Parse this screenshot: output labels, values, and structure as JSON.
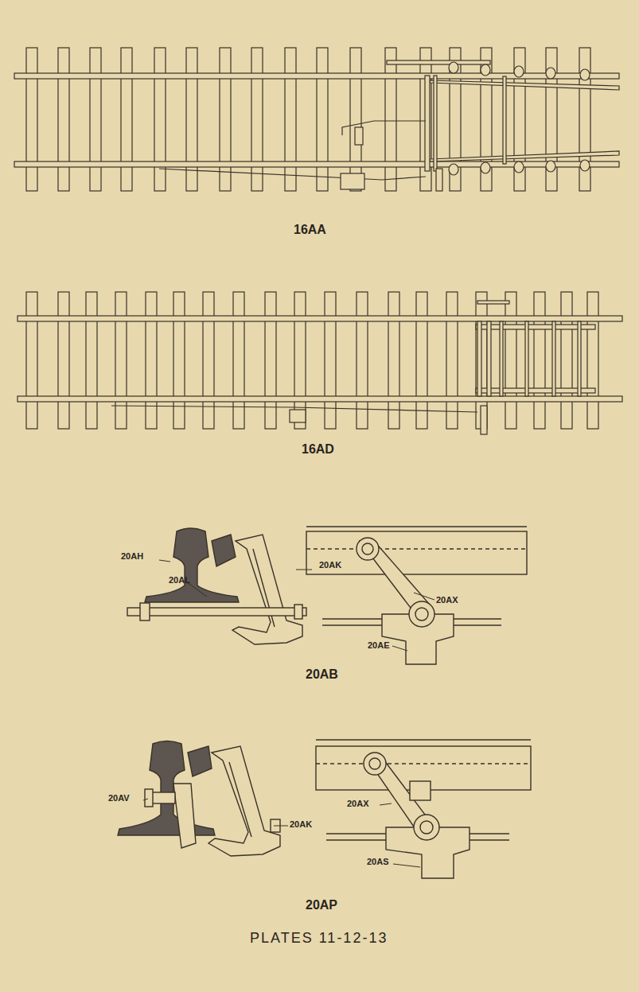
{
  "diagram": {
    "caption": "PLATES 11-12-13",
    "labels": [
      "16AA",
      "16AD",
      "20AH",
      "20AK",
      "20AL",
      "20AX",
      "20AE",
      "20AB",
      "20AV",
      "20AK",
      "20AX",
      "20AS",
      "20AP"
    ]
  }
}
